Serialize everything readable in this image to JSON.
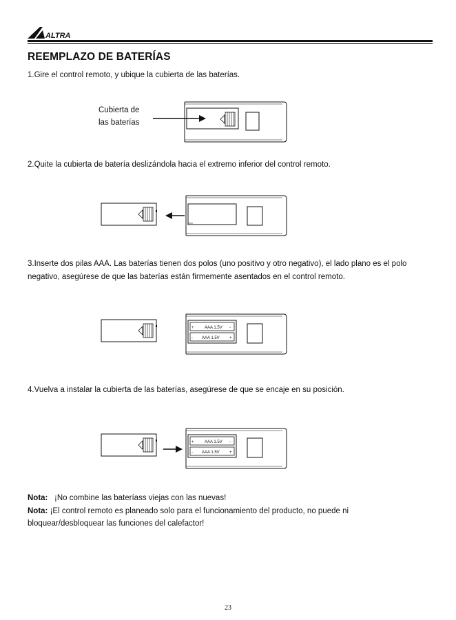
{
  "header": {
    "logo_text": "ALTRA"
  },
  "title": "REEMPLAZO DE BATERÍAS",
  "steps": [
    {
      "text": "1.Gire el control remoto, y ubique la cubierta de las baterías."
    },
    {
      "text": "2.Quite la cubierta de batería deslizándola hacia el extremo inferior del control remoto."
    },
    {
      "text": "3.Inserte dos pilas AAA. Las baterías tienen dos polos (uno positivo y otro negativo), el lado plano es el polo negativo, asegúrese de que las baterías están firmemente asentados en el control remoto."
    },
    {
      "text": "4.Vuelva a instalar la cubierta de las baterías, asegúrese de que se encaje en su posición."
    }
  ],
  "callout": {
    "line1": "Cubierta de",
    "line2": "las baterías"
  },
  "battery_label": "AAA 1.5V",
  "battery_plus": "+",
  "battery_minus": "-",
  "notes": [
    {
      "label": "Nota:",
      "text": "¡No combine las bateríass viejas con las nuevas!"
    },
    {
      "label": "Nota:",
      "text": "¡El control remoto es planeado solo para el funcionamiento del producto, no puede ni bloquear/desbloquear las funciones del calefactor!"
    }
  ],
  "page_number": "23"
}
